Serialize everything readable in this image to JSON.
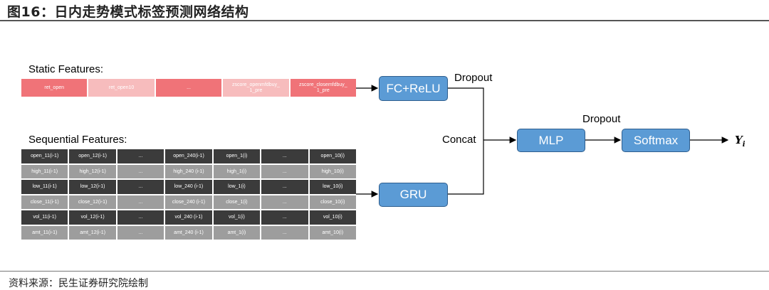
{
  "title": "图16：日内走势模式标签预测网络结构",
  "source": "资料来源：民生证券研究院绘制",
  "static": {
    "label": "Static Features:",
    "cells": [
      {
        "text": "ret_open",
        "tone": "dark"
      },
      {
        "text": "ret_open10",
        "tone": "light"
      },
      {
        "text": "...",
        "tone": "dark"
      },
      {
        "text": "zscore_openmfdbuy_\n1_pre",
        "tone": "light"
      },
      {
        "text": "zscore_closemfdbuy_\n1_pre",
        "tone": "dark"
      }
    ]
  },
  "sequential": {
    "label": "Sequential Features:",
    "rows": [
      {
        "tone": "dark",
        "cells": [
          "open_11(i-1)",
          "open_12(i-1)",
          "...",
          "open_240(i-1)",
          "open_1(i)",
          "...",
          "open_10(i)"
        ]
      },
      {
        "tone": "light",
        "cells": [
          "high_11(i-1)",
          "high_12(i-1)",
          "...",
          "high_240 (i-1)",
          "high_1(i)",
          "...",
          "high_10(i)"
        ]
      },
      {
        "tone": "dark",
        "cells": [
          "low_11(i-1)",
          "low_12(i-1)",
          "...",
          "low_240 (i-1)",
          "low_1(i)",
          "...",
          "low_10(i)"
        ]
      },
      {
        "tone": "light",
        "cells": [
          "close_11(i-1)",
          "close_12(i-1)",
          "...",
          "close_240 (i-1)",
          "close_1(i)",
          "...",
          "close_10(i)"
        ]
      },
      {
        "tone": "dark",
        "cells": [
          "vol_11(i-1)",
          "vol_12(i-1)",
          "...",
          "vol_240 (i-1)",
          "vol_1(i)",
          "...",
          "vol_10(i)"
        ]
      },
      {
        "tone": "light",
        "cells": [
          "amt_11(i-1)",
          "amt_12(i-1)",
          "...",
          "amt_240 (i-1)",
          "amt_1(i)",
          "...",
          "amt_10(i)"
        ]
      }
    ]
  },
  "blocks": {
    "fc": "FC+ReLU",
    "gru": "GRU",
    "mlp": "MLP",
    "softmax": "Softmax"
  },
  "labels": {
    "dropout1": "Dropout",
    "dropout2": "Dropout",
    "concat": "Concat",
    "output_main": "Y",
    "output_sub": "i"
  },
  "colors": {
    "block_fill": "#5b9bd5",
    "static_dark": "#f07378",
    "static_light": "#f7bcbd",
    "seq_dark": "#3b3b3b",
    "seq_light": "#9d9d9d"
  }
}
